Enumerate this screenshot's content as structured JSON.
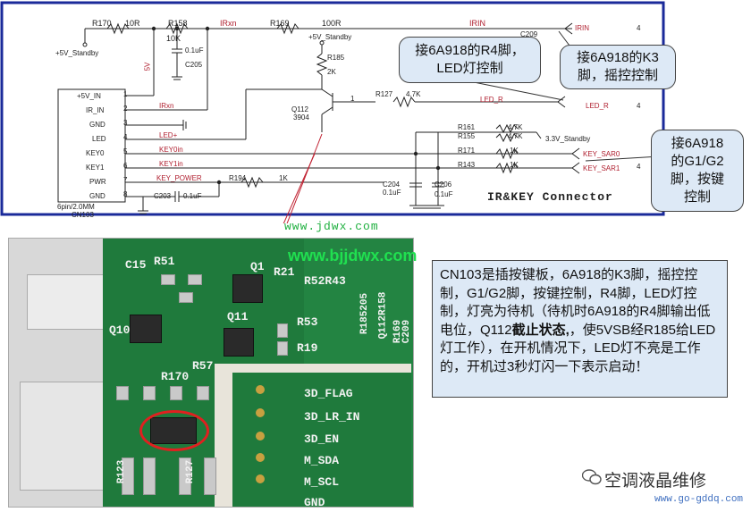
{
  "schematic": {
    "resistors": {
      "r170": "R170",
      "r170_val": "10R",
      "r158": "R158",
      "r158_val": "10K",
      "r169": "R169",
      "r169_val": "100R",
      "r185": "R185",
      "r185_val": "2K",
      "r127": "R127",
      "r127_val": "4.7K",
      "r161": "R161",
      "r161_val": "4.7K",
      "r155": "R155",
      "r155_val": "4.7K",
      "r171": "R171",
      "r171_val": "1K",
      "r143": "R143",
      "r143_val": "1K",
      "r194": "R194",
      "r194_val": "1K"
    },
    "caps": {
      "c205": "C205",
      "c205_val": "0.1uF",
      "c209": "C209",
      "c203": "C203",
      "c203_val": "0.1uF",
      "c204": "C204",
      "c204_val": "0.1uF",
      "c206": "C206",
      "c206_val": "0.1uF"
    },
    "nets": {
      "standby_left": "+5V_Standby",
      "standby_mid": "+5V_Standby",
      "standby_right": "3.3V_Standby",
      "irxn": "IRxn",
      "irin": "IRIN",
      "irin_port": "IRIN",
      "led_r": "LED_R",
      "led_r_port": "LED_R",
      "led_plus": "LED+",
      "key0in": "KEY0in",
      "key1in": "KEY1in",
      "key_power": "KEY_POWER",
      "key_sar0": "KEY_SAR0",
      "key_sar1": "KEY_SAR1",
      "port_num": "4",
      "v5": "5V",
      "pin1": "1"
    },
    "transistor": {
      "ref": "Q112",
      "part": "3904"
    },
    "connector": {
      "ref": "CN103",
      "desc": "6pin/2.0MM",
      "pins": [
        {
          "label": "+5V_IN",
          "num": "1"
        },
        {
          "label": "IR_IN",
          "num": "2"
        },
        {
          "label": "GND",
          "num": "3"
        },
        {
          "label": "LED",
          "num": "4"
        },
        {
          "label": "KEY0",
          "num": "5"
        },
        {
          "label": "KEY1",
          "num": "6"
        },
        {
          "label": "PWR",
          "num": "7"
        },
        {
          "label": "GND",
          "num": "8"
        }
      ]
    },
    "title": "IR&KEY Connector"
  },
  "callouts": {
    "r4_line1": "接6A918的R4脚，",
    "r4_line2": "LED灯控制",
    "k3_line1": "接6A918的K3",
    "k3_line2": "脚，摇控控制",
    "g_line1": "接6A918",
    "g_line2": "的G1/G2",
    "g_line3": "脚，按键",
    "g_line4": "控制"
  },
  "watermark": {
    "top": "www.jdwx.com",
    "mid": "www.bjjdwx.com"
  },
  "photo": {
    "labels": {
      "c15": "C15",
      "r51": "R51",
      "q1": "Q1",
      "r21": "R21",
      "r52r43": "R52R43",
      "q11": "Q11",
      "r53": "R53",
      "q10": "Q10",
      "r19": "R19",
      "r57": "R57",
      "r170": "R170",
      "r123": "R123",
      "r127": "R127",
      "r185205": "R185205",
      "q112r158": "Q112R158",
      "r169": "R169",
      "c209": "C209"
    },
    "signals": [
      "3D_FLAG",
      "3D_LR_IN",
      "3D_EN",
      "M_SDA",
      "M_SCL",
      "GND"
    ]
  },
  "description": {
    "p1": "CN103是插按键板，6A918的K3脚，摇控控制，G1/G2脚，按键控制，R4脚，LED灯控制，灯亮为待机（待机时6A918的R4脚输出低电位，Q112",
    "bold": "截止状态,",
    "p2": "，使5VSB经R185给LED灯工作），在开机情况下，LED灯不亮是工作的，开机过3秒灯闪一下表示启动！"
  },
  "brand": {
    "name": "空调液晶维修",
    "url": "www.go-gddq.com"
  },
  "colors": {
    "frame": "#1a2a9a",
    "net_red": "#b02030",
    "pcb": "#1f7a3c",
    "callout_bg": "#dde9f6",
    "highlight": "#e02020"
  }
}
